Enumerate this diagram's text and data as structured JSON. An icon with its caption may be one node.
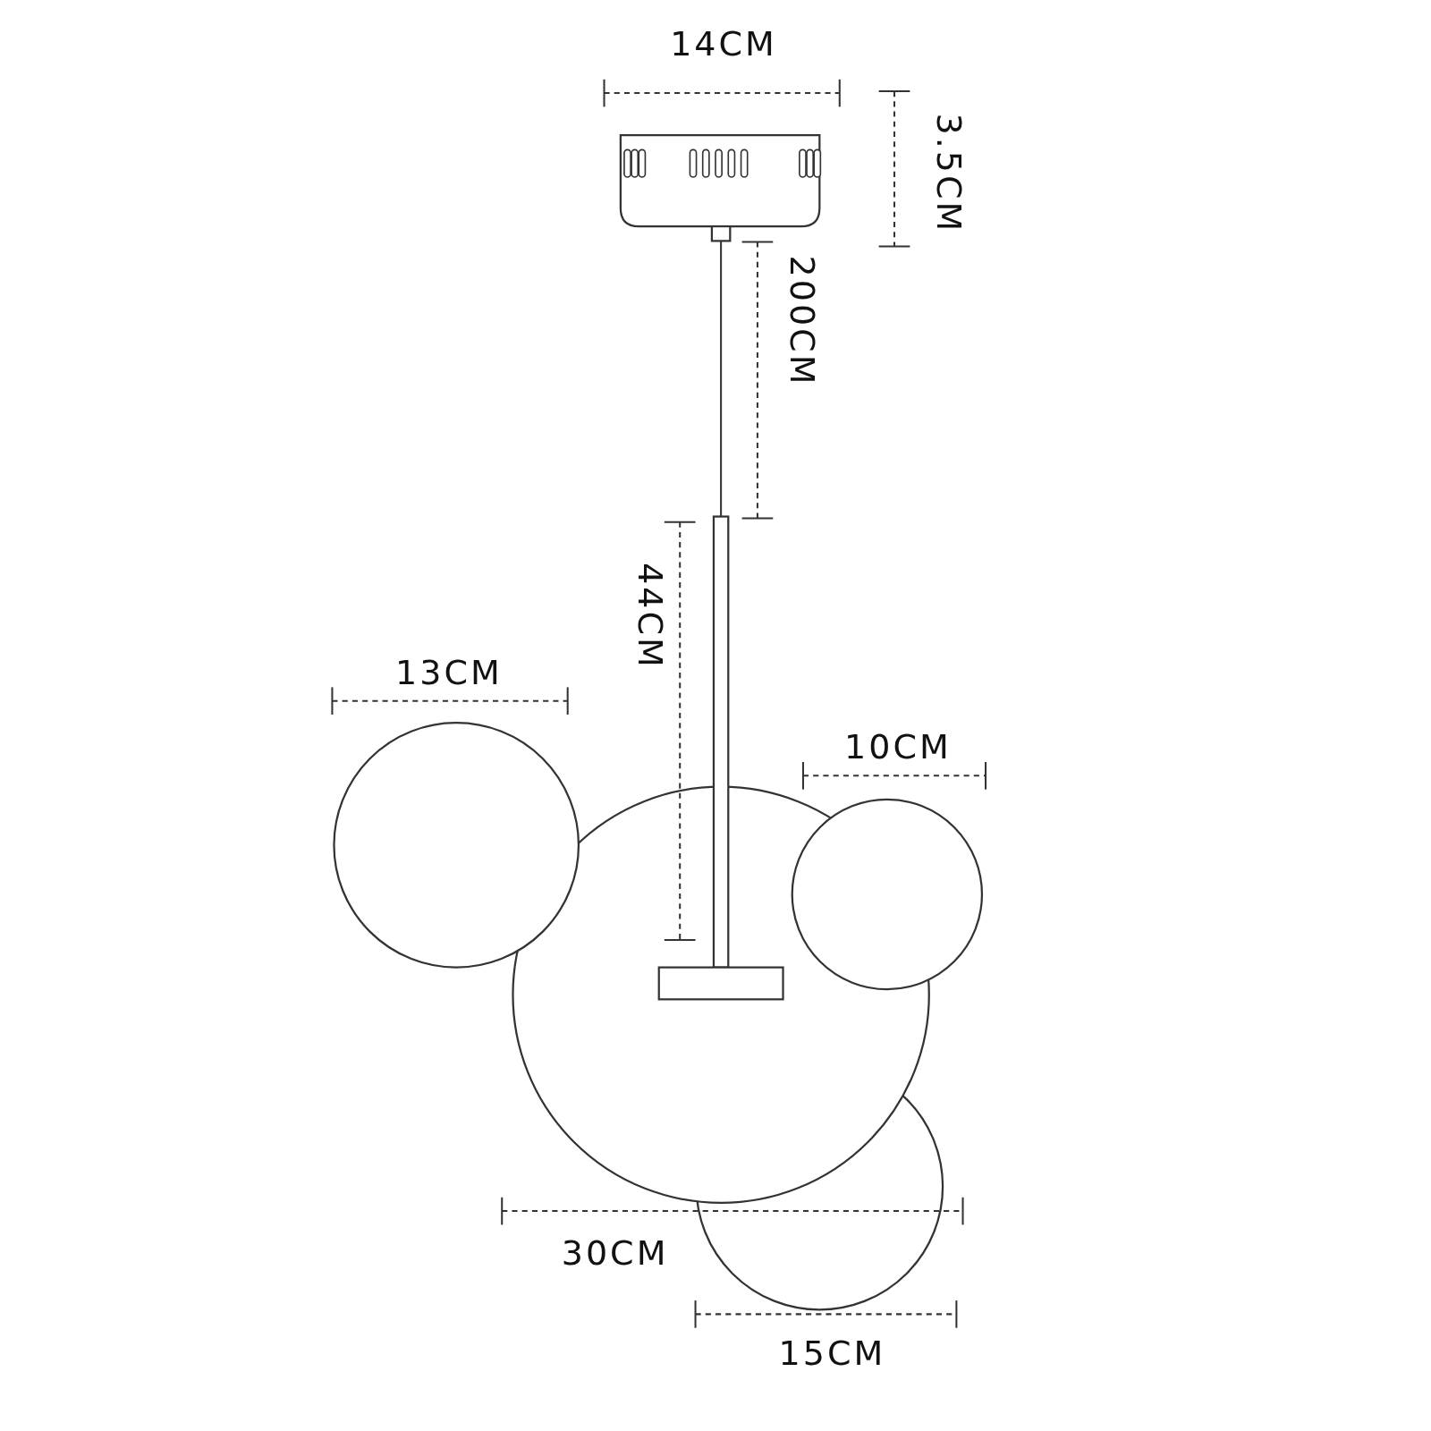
{
  "diagram": {
    "labels": [
      "14CM",
      "3.5CM",
      "200CM",
      "44CM",
      "13CM",
      "10CM",
      "30CM",
      "15CM"
    ]
  }
}
